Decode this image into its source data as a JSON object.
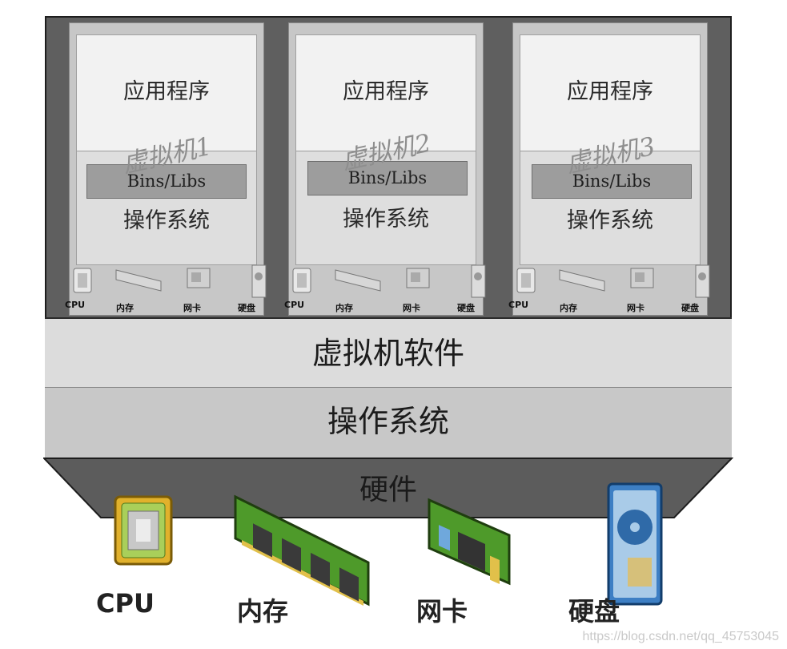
{
  "vms": [
    {
      "name": "虚拟机1",
      "app": "应用程序",
      "libs": "Bins/Libs",
      "os": "操作系统",
      "hw": [
        "CPU",
        "内存",
        "网卡",
        "硬盘"
      ]
    },
    {
      "name": "虚拟机2",
      "app": "应用程序",
      "libs": "Bins/Libs",
      "os": "操作系统",
      "hw": [
        "CPU",
        "内存",
        "网卡",
        "硬盘"
      ]
    },
    {
      "name": "虚拟机3",
      "app": "应用程序",
      "libs": "Bins/Libs",
      "os": "操作系统",
      "hw": [
        "CPU",
        "内存",
        "网卡",
        "硬盘"
      ]
    }
  ],
  "hypervisor": "虚拟机软件",
  "host_os": "操作系统",
  "hardware": "硬件",
  "devices": [
    {
      "label": "CPU",
      "icon": "cpu-icon"
    },
    {
      "label": "内存",
      "icon": "memory-icon"
    },
    {
      "label": "网卡",
      "icon": "network-card-icon"
    },
    {
      "label": "硬盘",
      "icon": "hard-disk-icon"
    }
  ],
  "watermark": "https://blog.csdn.net/qq_45753045",
  "colors": {
    "frame": "#5f5f5f",
    "band_light": "#dcdcdc",
    "band_mid": "#c8c8c8",
    "cpu_gold": "#e1b12c",
    "pcb_green": "#4e9a2a",
    "disk_blue": "#3d7fc4"
  }
}
